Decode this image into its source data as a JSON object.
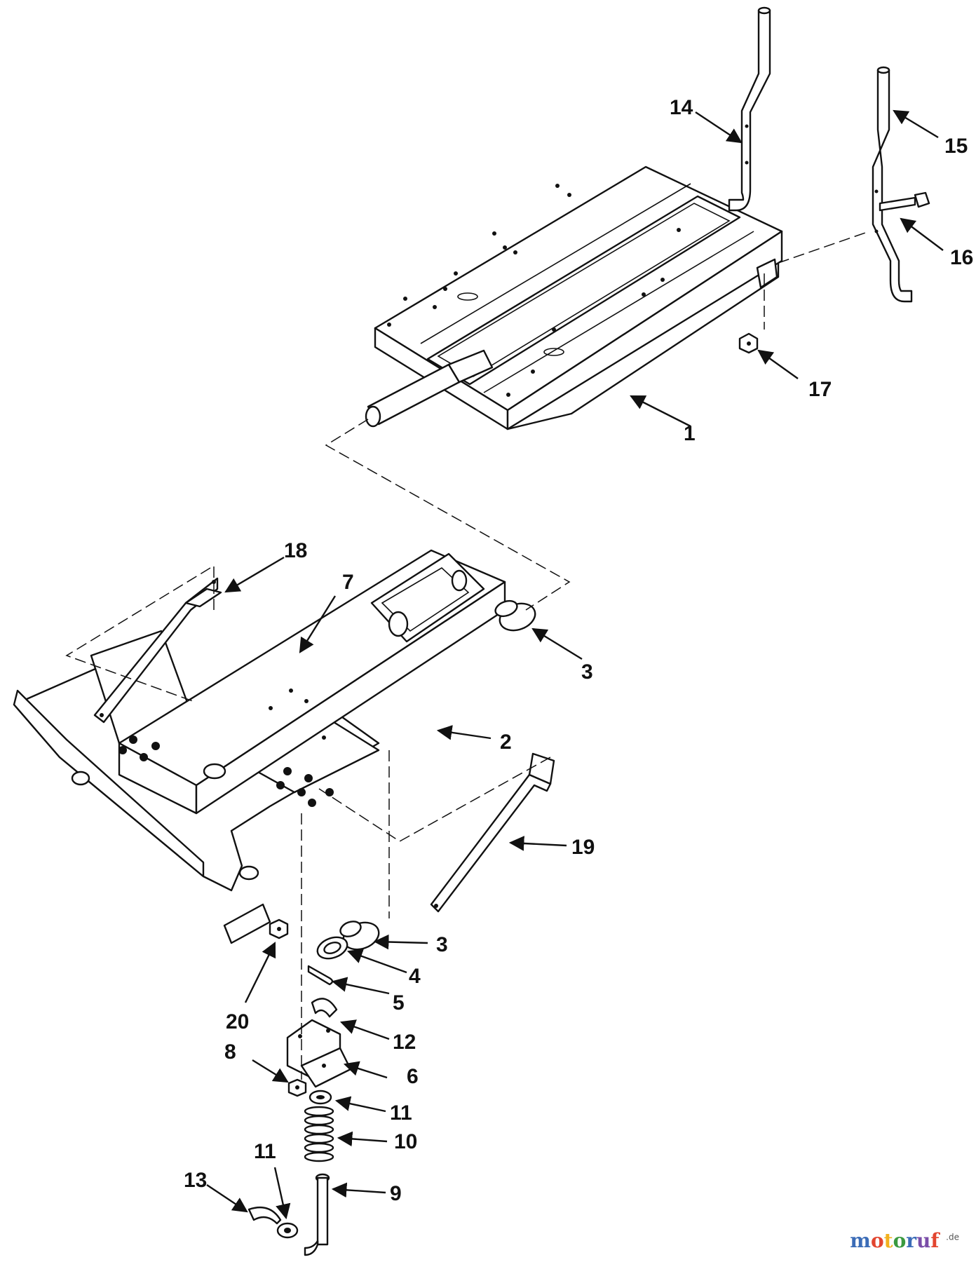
{
  "diagram": {
    "callouts": [
      "1",
      "2",
      "3",
      "3",
      "4",
      "5",
      "6",
      "7",
      "8",
      "9",
      "10",
      "11",
      "11",
      "12",
      "13",
      "14",
      "15",
      "16",
      "17",
      "18",
      "19",
      "20"
    ]
  },
  "watermark": {
    "text": "motoruf",
    "suffix": ".de"
  },
  "colors": {
    "line": "#111111",
    "background": "#ffffff",
    "watermark_blue": "#3b6cb7",
    "watermark_red": "#e2452f",
    "watermark_yellow": "#f2b11e",
    "watermark_green": "#3a9a3f",
    "watermark_purple": "#7a4da8"
  }
}
